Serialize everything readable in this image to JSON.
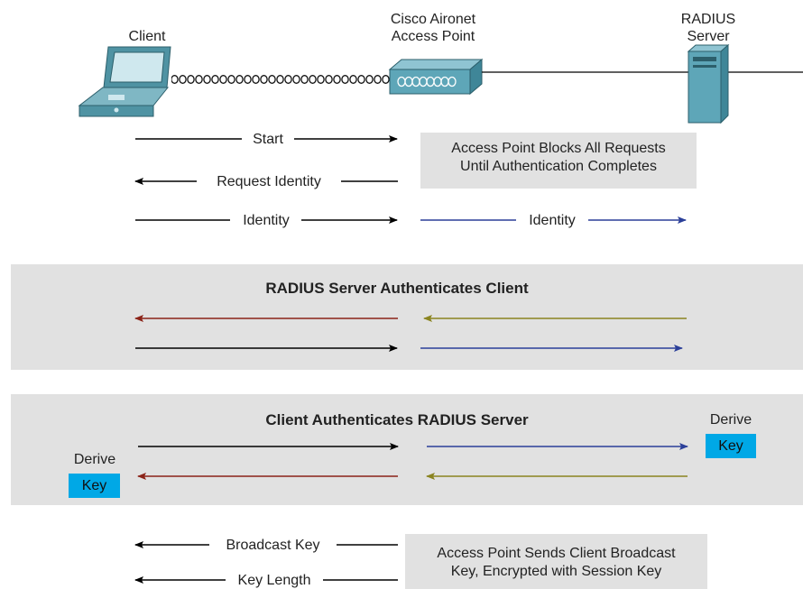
{
  "nodes": {
    "client": {
      "label": "Client"
    },
    "access_point": {
      "line1": "Cisco Aironet",
      "line2": "Access Point"
    },
    "radius": {
      "line1": "RADIUS",
      "line2": "Server"
    }
  },
  "notes": {
    "blocks": {
      "line1": "Access Point Blocks All Requests",
      "line2": "Until Authentication Completes"
    },
    "broadcast": {
      "line1": "Access Point Sends Client Broadcast",
      "line2": "Key, Encrypted with Session Key"
    }
  },
  "messages": {
    "start": "Start",
    "request_identity": "Request Identity",
    "identity_left": "Identity",
    "identity_right": "Identity",
    "broadcast_key": "Broadcast Key",
    "key_length": "Key Length"
  },
  "bands": {
    "server_auth": "RADIUS Server Authenticates Client",
    "client_auth": "Client Authenticates RADIUS Server"
  },
  "derive": {
    "left": {
      "label": "Derive",
      "key": "Key"
    },
    "right": {
      "label": "Derive",
      "key": "Key"
    }
  },
  "colors": {
    "black": "#000000",
    "blue": "#2b3f99",
    "red": "#8b2318",
    "olive": "#8a8420",
    "key_box": "#00a8e6",
    "band": "#e1e1e1"
  }
}
